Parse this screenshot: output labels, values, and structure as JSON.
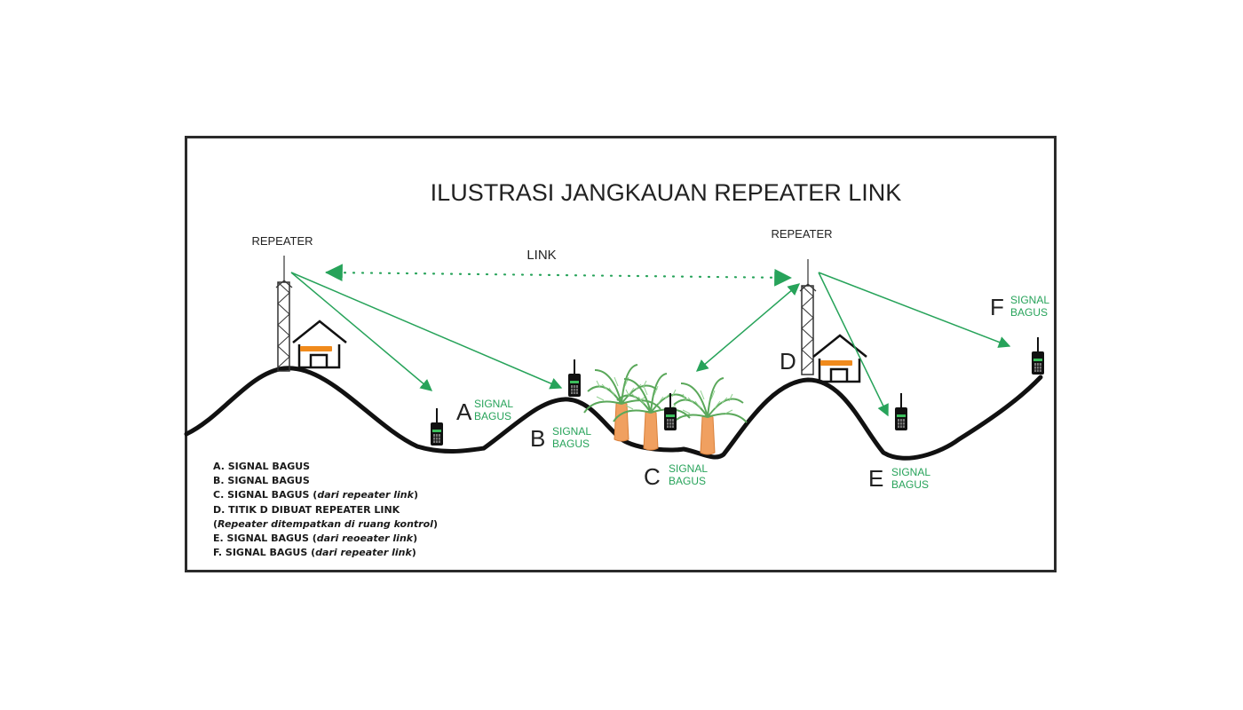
{
  "title": "ILUSTRASI JANGKAUAN REPEATER LINK",
  "colors": {
    "signal_green": "#27a35a",
    "ground": "#111111",
    "orange": "#f08a1c",
    "frame": "#2b2b2b"
  },
  "repeaters": [
    {
      "label": "REPEATER"
    },
    {
      "label": "REPEATER"
    }
  ],
  "link_label": "LINK",
  "points": [
    {
      "letter": "A",
      "line1": "SIGNAL",
      "line2": "BAGUS"
    },
    {
      "letter": "B",
      "line1": "SIGNAL",
      "line2": "BAGUS"
    },
    {
      "letter": "C",
      "line1": "SIGNAL",
      "line2": "BAGUS"
    },
    {
      "letter": "D",
      "line1": "",
      "line2": ""
    },
    {
      "letter": "E",
      "line1": "SIGNAL",
      "line2": "BAGUS"
    },
    {
      "letter": "F",
      "line1": "SIGNAL",
      "line2": "BAGUS"
    }
  ],
  "legend": [
    {
      "main": "A. SIGNAL BAGUS",
      "pre": "",
      "italic": "",
      "post": ""
    },
    {
      "main": "B. SIGNAL BAGUS",
      "pre": "",
      "italic": "",
      "post": ""
    },
    {
      "main": "C. SIGNAL BAGUS ",
      "pre": "(",
      "italic": "dari repeater link",
      "post": ")"
    },
    {
      "main": "D. TITIK D DIBUAT REPEATER LINK",
      "pre": "",
      "italic": "",
      "post": ""
    },
    {
      "main": "",
      "pre": "(",
      "italic": "Repeater ditempatkan di ruang kontrol",
      "post": ")"
    },
    {
      "main": "E. SIGNAL BAGUS ",
      "pre": "(",
      "italic": "dari reoeater link",
      "post": ")"
    },
    {
      "main": "F. SIGNAL BAGUS ",
      "pre": "(",
      "italic": "dari repeater link",
      "post": ")"
    }
  ]
}
